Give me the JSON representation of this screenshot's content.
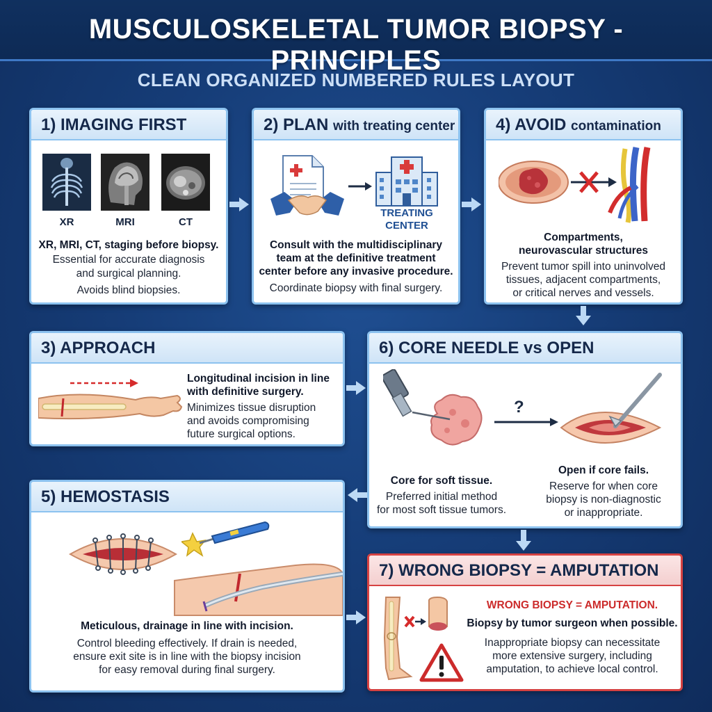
{
  "header": {
    "title": "MUSCULOSKELETAL TUMOR BIOPSY - PRINCIPLES",
    "subtitle": "CLEAN ORGANIZED NUMBERED RULES LAYOUT"
  },
  "panels": {
    "imaging": {
      "title": "1) IMAGING FIRST",
      "labels": [
        "XR",
        "MRI",
        "CT"
      ],
      "bold_line": "XR, MRI, CT, staging before biopsy.",
      "lines": [
        "Essential for accurate diagnosis",
        "and surgical planning.",
        "Avoids blind biopsies."
      ]
    },
    "plan": {
      "title_main": "2) PLAN",
      "title_small": "with treating center",
      "center_label_1": "TREATING",
      "center_label_2": "CENTER",
      "bold_lines": [
        "Consult with the multidisciplinary",
        "team at the definitive treatment",
        "center before any invasive procedure."
      ],
      "line": "Coordinate biopsy with final surgery."
    },
    "avoid": {
      "title_main": "4) AVOID",
      "title_small": "contamination",
      "bold_lines": [
        "Compartments,",
        "neurovascular structures"
      ],
      "lines": [
        "Prevent tumor spill into uninvolved",
        "tissues, adjacent compartments,",
        "or critical nerves and vessels."
      ]
    },
    "approach": {
      "title": "3) APPROACH",
      "bold_lines": [
        "Longitudinal incision in line",
        "with definitive surgery."
      ],
      "lines": [
        "Minimizes tissue disruption",
        "and avoids compromising",
        "future surgical options."
      ]
    },
    "core": {
      "title": "6) CORE NEEDLE vs OPEN",
      "question": "?",
      "left_bold": "Core for soft tissue.",
      "left_lines": [
        "Preferred initial method",
        "for most soft tissue tumors."
      ],
      "right_bold": "Open if core fails.",
      "right_lines": [
        "Reserve for when core",
        "biopsy is non-diagnostic",
        "or inappropriate."
      ]
    },
    "hemostasis": {
      "title": "5) HEMOSTASIS",
      "bold_line": "Meticulous, drainage in line with incision.",
      "lines": [
        "Control bleeding effectively. If drain is needed,",
        "ensure exit site is in line with the biopsy incision",
        "for easy removal during final surgery."
      ]
    },
    "wrong": {
      "title": "7) WRONG BIOPSY = AMPUTATION",
      "red_line": "WRONG BIOPSY = AMPUTATION.",
      "bold_line": "Biopsy by tumor surgeon when possible.",
      "lines": [
        "Inappropriate biopsy can necessitate",
        "more extensive surgery, including",
        "amputation, to achieve local control."
      ]
    }
  },
  "colors": {
    "background": "#163d78",
    "panel_border": "#8cc2ef",
    "alert_red": "#d64242",
    "connector": "#bcd9f5"
  }
}
